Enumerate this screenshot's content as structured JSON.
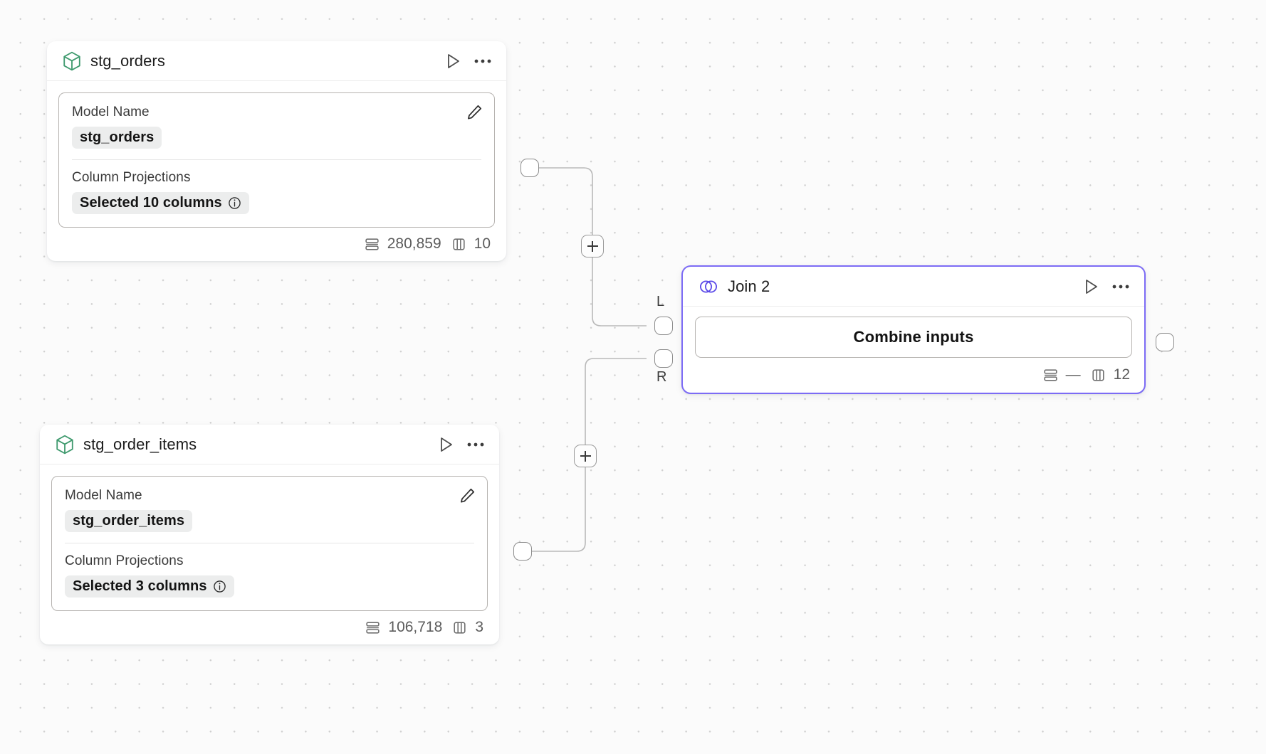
{
  "canvas": {
    "background_color": "#fbfbfb",
    "grid_dot_color": "#cfcfcf"
  },
  "nodes": [
    {
      "id": "stg_orders",
      "type": "model",
      "icon": "cube-icon",
      "icon_color": "#3f9a6e",
      "title": "stg_orders",
      "fields": {
        "model_name_label": "Model Name",
        "model_name_value": "stg_orders",
        "column_projections_label": "Column Projections",
        "column_projections_value": "Selected 10 columns"
      },
      "footer": {
        "rows": "280,859",
        "columns": "10"
      }
    },
    {
      "id": "stg_order_items",
      "type": "model",
      "icon": "cube-icon",
      "icon_color": "#3f9a6e",
      "title": "stg_order_items",
      "fields": {
        "model_name_label": "Model Name",
        "model_name_value": "stg_order_items",
        "column_projections_label": "Column Projections",
        "column_projections_value": "Selected 3 columns"
      },
      "footer": {
        "rows": "106,718",
        "columns": "3"
      }
    },
    {
      "id": "join_2",
      "type": "join",
      "icon": "venn-icon",
      "icon_color": "#5b4ae8",
      "border_color": "#7c6bf5",
      "title": "Join 2",
      "action_label": "Combine inputs",
      "input_ports": [
        {
          "id": "left",
          "label": "L"
        },
        {
          "id": "right",
          "label": "R"
        }
      ],
      "footer": {
        "rows": "—",
        "columns": "12"
      }
    }
  ],
  "edge_controls": {
    "add_label": "+"
  },
  "icons": {
    "run": "play-icon",
    "menu": "ellipsis-icon",
    "edit": "pencil-icon",
    "info": "info-icon",
    "rows": "rows-icon",
    "columns": "columns-icon"
  }
}
